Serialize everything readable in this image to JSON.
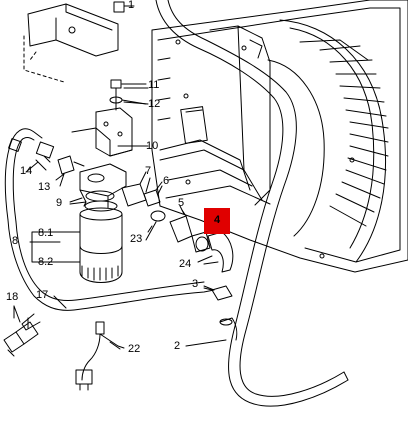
{
  "diagram": {
    "highlight_color": "#e00000",
    "line_color": "#000000",
    "callouts": {
      "c1": "1",
      "c2": "2",
      "c3": "3",
      "c4": "4",
      "c5": "5",
      "c6": "6",
      "c7": "7",
      "c8": "8",
      "c8_1": "8.1",
      "c8_2": "8.2",
      "c9": "9",
      "c10": "10",
      "c11": "11",
      "c12": "12",
      "c13": "13",
      "c14": "14",
      "c17": "17",
      "c18": "18",
      "c22": "22",
      "c23": "23",
      "c24": "24"
    }
  }
}
